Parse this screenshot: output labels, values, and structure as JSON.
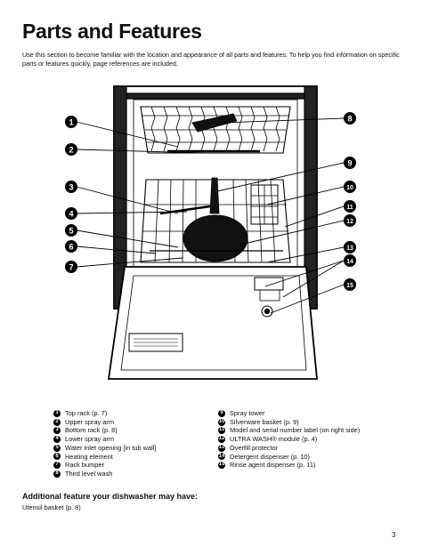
{
  "title": "Parts and Features",
  "intro": "Use this section to become familiar with the location and appearance of all parts and features. To help you find information on specific parts or features quickly, page references are included.",
  "legend_left": [
    {
      "n": "1",
      "text": "Top rack (p. 7)"
    },
    {
      "n": "2",
      "text": "Upper spray arm"
    },
    {
      "n": "3",
      "text": "Bottom rack (p. 8)"
    },
    {
      "n": "4",
      "text": "Lower spray arm"
    },
    {
      "n": "5",
      "text": "Water inlet opening [in tub wall]"
    },
    {
      "n": "6",
      "text": "Heating element"
    },
    {
      "n": "7",
      "text": "Rack bumper"
    },
    {
      "n": "8",
      "text": "Third level wash"
    }
  ],
  "legend_right": [
    {
      "n": "9",
      "text": "Spray tower"
    },
    {
      "n": "10",
      "text": "Silverware basket (p. 9)"
    },
    {
      "n": "11",
      "text": "Model and serial number label (on right side)"
    },
    {
      "n": "12",
      "text": "ULTRA WASH® module (p. 4)"
    },
    {
      "n": "13",
      "text": "Overfill protector"
    },
    {
      "n": "14",
      "text": "Detergent dispenser (p. 10)"
    },
    {
      "n": "15",
      "text": "Rinse agent dispenser (p. 11)"
    }
  ],
  "additional": {
    "heading": "Additional feature your dishwasher may have:",
    "item": "Utensil basket (p. 8)"
  },
  "page_number": "3"
}
